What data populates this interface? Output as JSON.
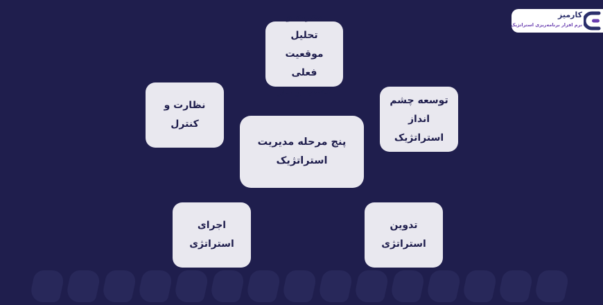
{
  "brand": {
    "name": "کارمیز",
    "tagline": "نرم افزار برنامه‌ریزی استراتژیک"
  },
  "diagram": {
    "center": "پنج مرحله مدیریت\nاستراتژیک",
    "steps": [
      {
        "label": "تجزیه و تحلیل\nموقعیت فعلی\nکسب و کار"
      },
      {
        "label": "توسعه چشم\nانداز\nاستراتژیک"
      },
      {
        "label": "تدوین\nاستراتژی"
      },
      {
        "label": "اجرای\nاستراتژی"
      },
      {
        "label": "نظارت و\nکنترل"
      }
    ]
  },
  "colors": {
    "background": "#1f1e4d",
    "box": "#e9e8ef",
    "text": "#1f1e4d",
    "brand_purple": "#6a3fb0"
  }
}
